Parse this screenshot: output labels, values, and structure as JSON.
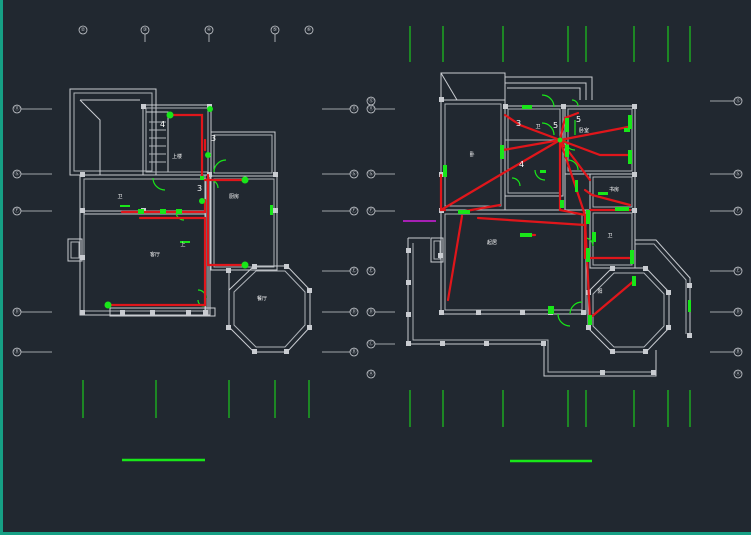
{
  "app": {
    "canvas_bg": "#212830",
    "frame_color": "#16a085",
    "wall_color": "#c9ccd1",
    "wire_color": "#e0161b",
    "fixture_color": "#19e619"
  },
  "plans": [
    {
      "id": "left-plan",
      "top_axes": [
        "②",
        "③",
        "④",
        "⑤",
        "⑥"
      ],
      "left_axes": [
        "⑪",
        "Ⓖ",
        "Ⓕ",
        "Ⓓ",
        "Ⓑ"
      ],
      "right_axes": [
        "⑪",
        "Ⓖ",
        "Ⓕ",
        "Ⓔ",
        "Ⓓ",
        "Ⓑ"
      ],
      "room_labels": [
        "上楼",
        "客厅",
        "卫",
        "厨房",
        "餐厅",
        "上"
      ],
      "wire_labels": [
        "4",
        "3",
        "3"
      ]
    },
    {
      "id": "right-plan",
      "left_axes": [
        "⑫",
        "⑪",
        "Ⓖ",
        "Ⓕ",
        "Ⓔ",
        "Ⓓ",
        "Ⓒ",
        "Ⓐ"
      ],
      "right_axes": [
        "⑫",
        "Ⓖ",
        "Ⓕ",
        "Ⓔ",
        "Ⓓ",
        "Ⓑ",
        "Ⓐ"
      ],
      "room_labels": [
        "卧",
        "卧室",
        "卫",
        "书房",
        "卫",
        "起居",
        "阳"
      ],
      "wire_labels": [
        "5",
        "5",
        "3",
        "4"
      ]
    }
  ]
}
